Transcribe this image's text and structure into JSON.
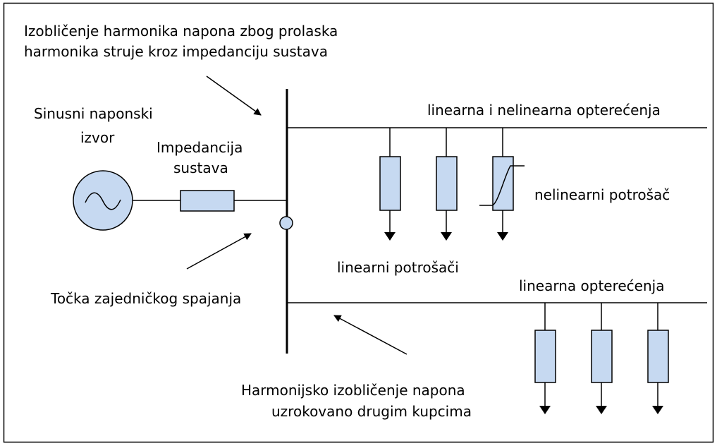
{
  "labels": {
    "distortion_title_line1": "Izobličenje harmonika napona zbog prolaska",
    "distortion_title_line2": "harmonika struje kroz impedanciju sustava",
    "source_line1": "Sinusni naponski",
    "source_line2": "izvor",
    "impedance_line1": "Impedancija",
    "impedance_line2": "sustava",
    "upper_feeder": "linearna i nelinearna opterećenja",
    "nonlinear_load": "nelinearni potrošač",
    "linear_loads": "linearni potrošači",
    "pcc": "Točka zajedničkog spajanja",
    "lower_feeder": "linearna opterećenja",
    "customers_line1": "Harmonijsko izobličenje napona",
    "customers_line2": "uzrokovano drugim kupcima"
  },
  "colors": {
    "component_fill": "#c6d9f1",
    "line": "#000000",
    "frame": "#000000",
    "background": "#ffffff"
  },
  "icons": {
    "source": "ac-sine-source-icon",
    "impedance": "resistor-icon",
    "load": "resistor-icon",
    "nonlinear": "nonlinear-resistor-icon",
    "ground": "ground-arrow-icon"
  }
}
